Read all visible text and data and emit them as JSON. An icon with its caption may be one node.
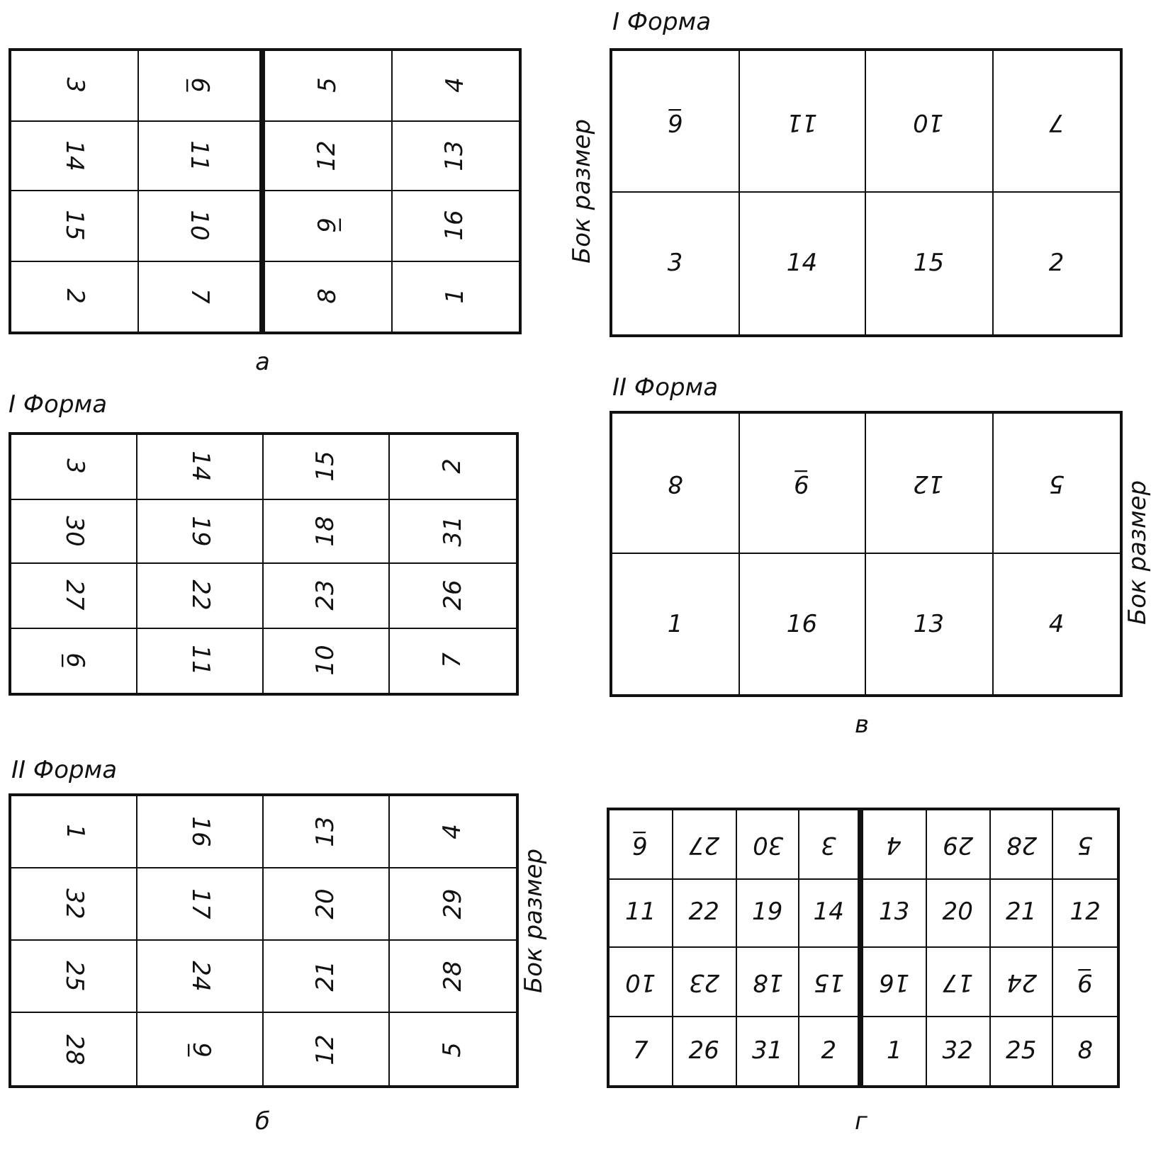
{
  "diagram": {
    "labels": [
      "3",
      "6̲",
      "5",
      "4",
      "14",
      "11",
      "12",
      "13",
      "15",
      "10",
      "9̲",
      "16",
      "2",
      "7",
      "8",
      "1",
      "а",
      "I Форма",
      "Бок размер",
      "6̲",
      "11",
      "10",
      "7",
      "3",
      "14",
      "15",
      "2",
      "I Форма",
      "3",
      "14",
      "15",
      "2",
      "30",
      "19",
      "18",
      "31",
      "27",
      "22",
      "23",
      "26",
      "6̲",
      "11",
      "10",
      "7",
      "II Форма",
      "8",
      "9̲",
      "12",
      "5",
      "1",
      "16",
      "13",
      "4",
      "Бок размер",
      "в",
      "II Форма",
      "1",
      "16",
      "13",
      "4",
      "32",
      "17",
      "20",
      "29",
      "25",
      "24",
      "21",
      "28",
      "28",
      "9̲",
      "12",
      "5",
      "Бок размер",
      "б",
      "6̲",
      "27",
      "30",
      "3",
      "4",
      "29",
      "28",
      "5",
      "11",
      "22",
      "19",
      "14",
      "13",
      "20",
      "21",
      "12",
      "10",
      "23",
      "18",
      "15",
      "16",
      "17",
      "24",
      "9̲",
      "7",
      "26",
      "31",
      "2",
      "1",
      "32",
      "25",
      "8",
      "г"
    ]
  }
}
